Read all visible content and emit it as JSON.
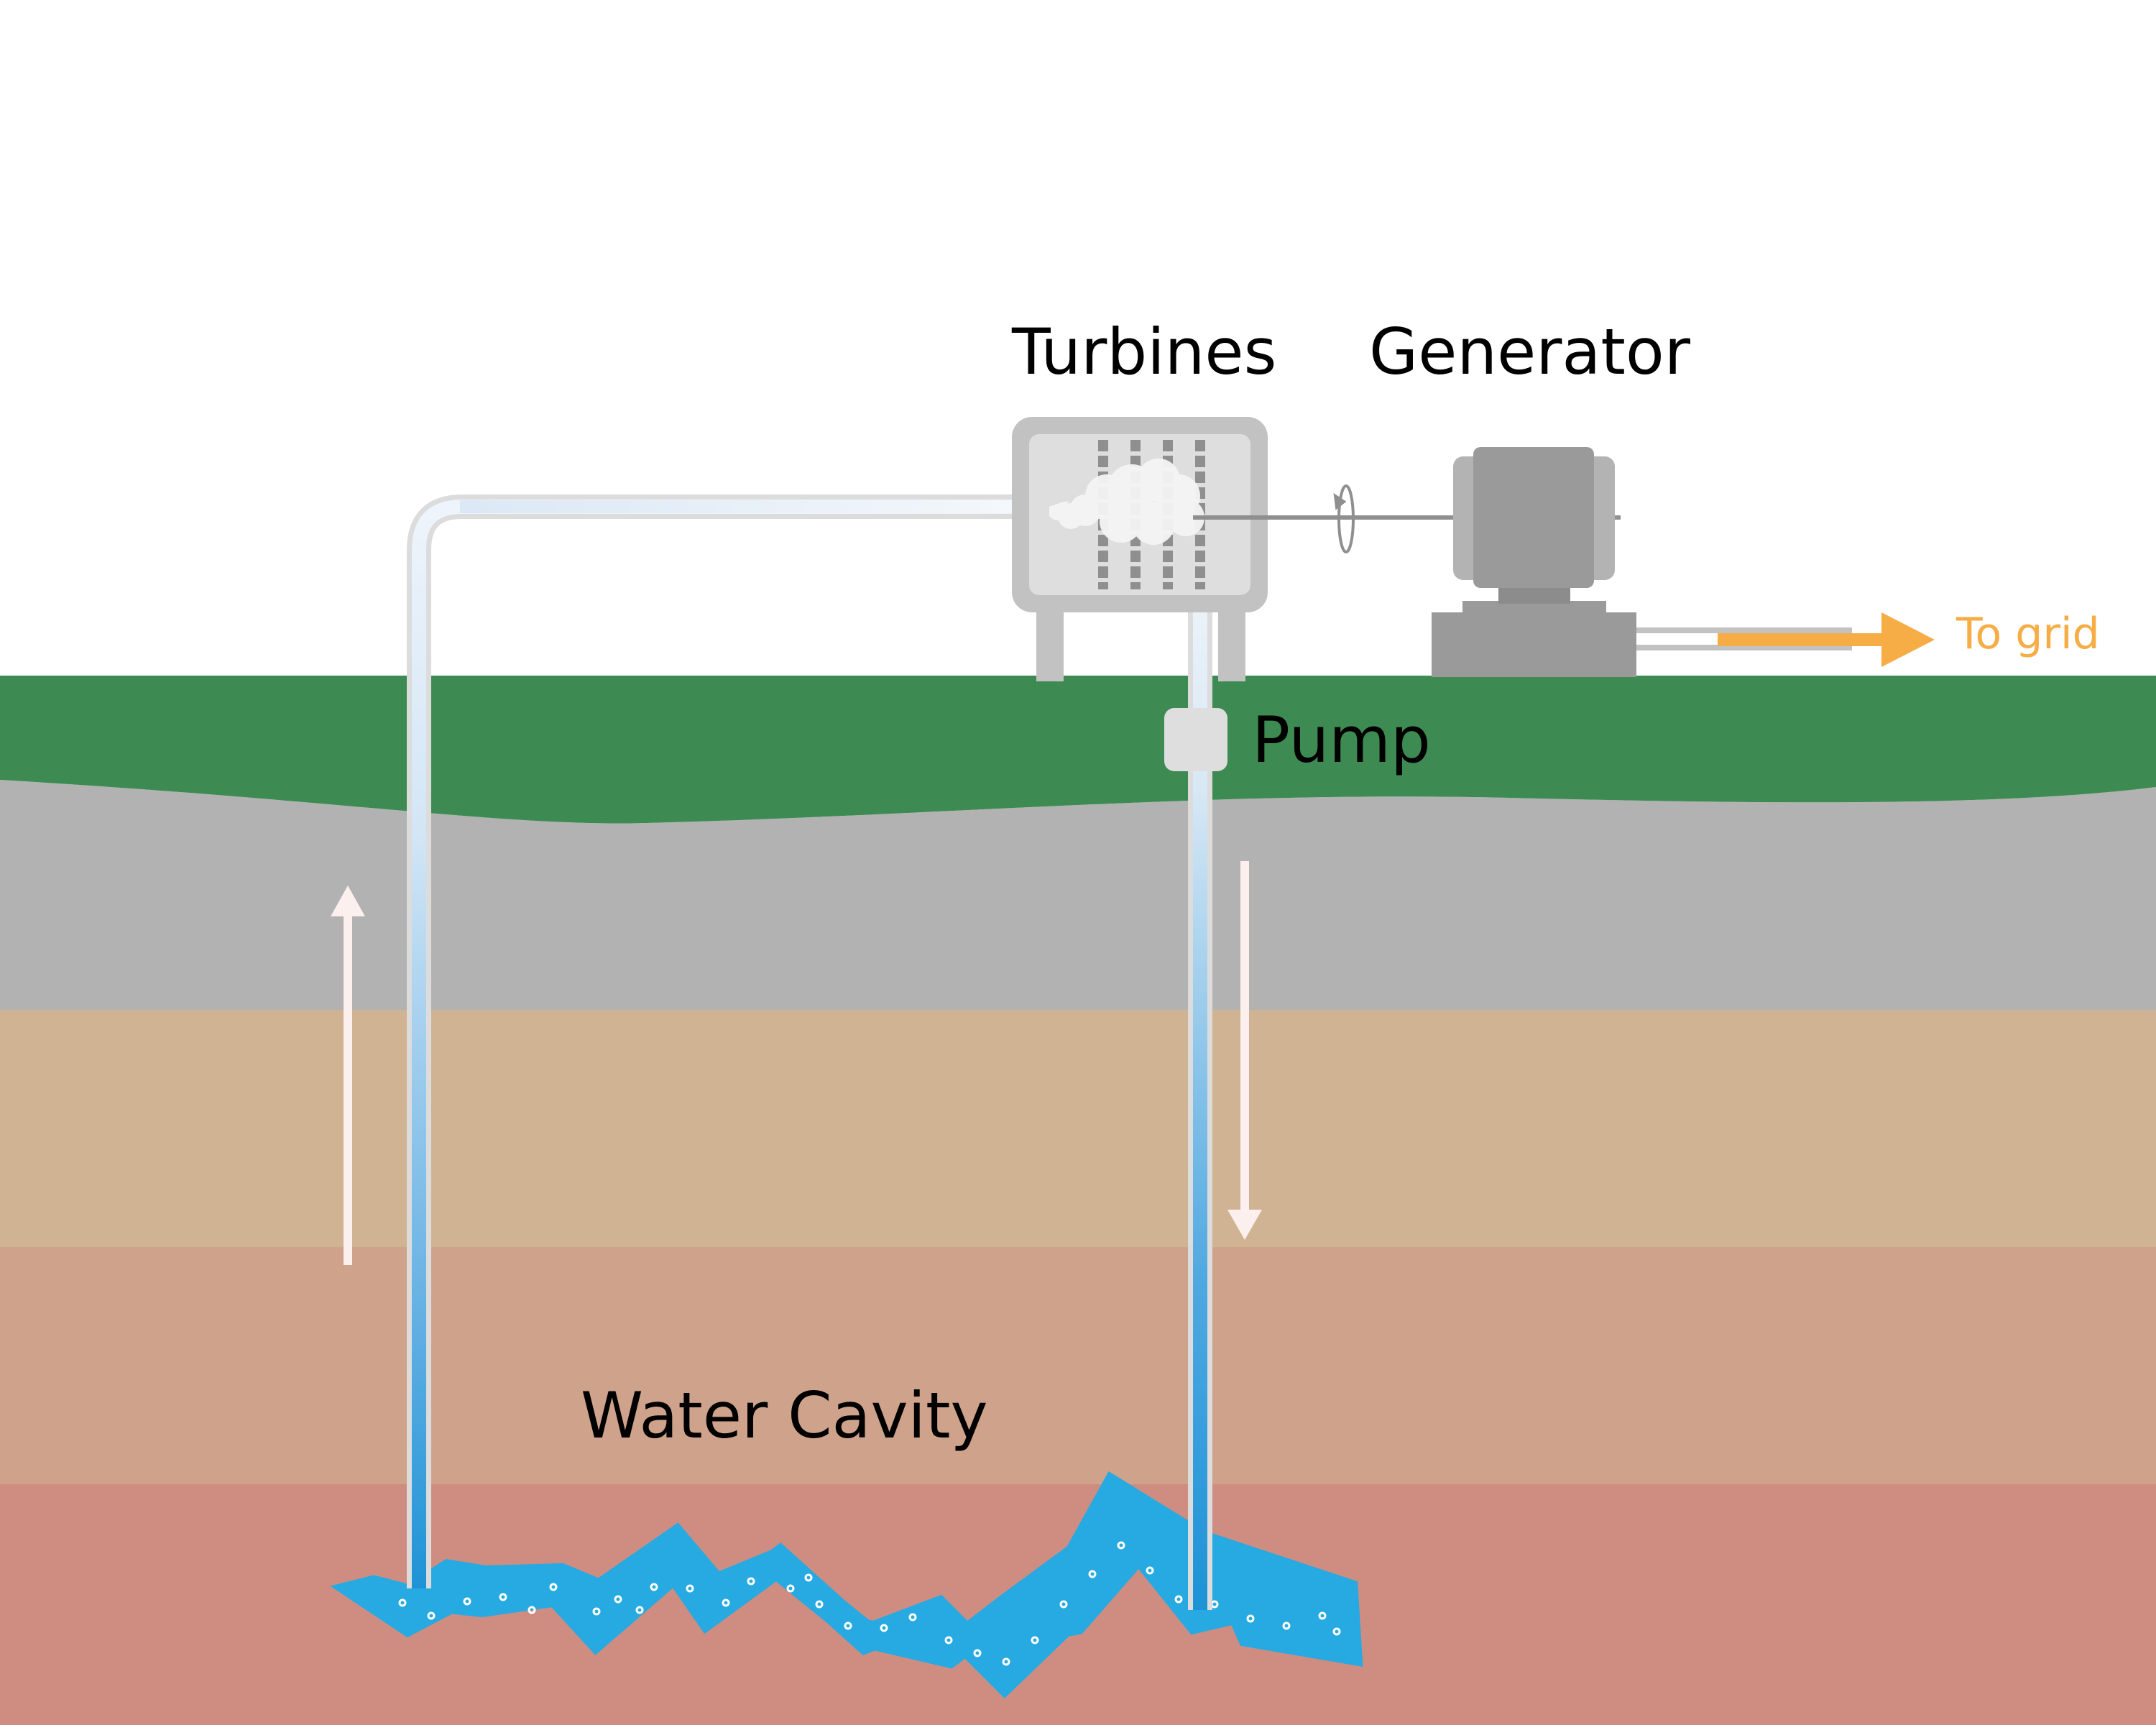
{
  "labels": {
    "turbines": "Turbines",
    "generator": "Generator",
    "pump": "Pump",
    "water_cavity": "Water Cavity",
    "to_grid": "To grid"
  },
  "icons": {
    "flow_up": "arrow-up-icon",
    "flow_down": "arrow-down-icon",
    "rotation": "rotation-arrow-icon",
    "grid_output": "arrow-right-icon"
  },
  "colors": {
    "grass": "#3d8b52",
    "rock": "#b2b2b2",
    "sand": "#d0b392",
    "clay": "#cfa28b",
    "deep": "#cf8d82",
    "water": "#26aae1",
    "steam": "#f5f5f5",
    "machine": "#9a9a9a",
    "grid_arrow": "#f7ad45",
    "flow_arrow": "#fbf0ee"
  }
}
